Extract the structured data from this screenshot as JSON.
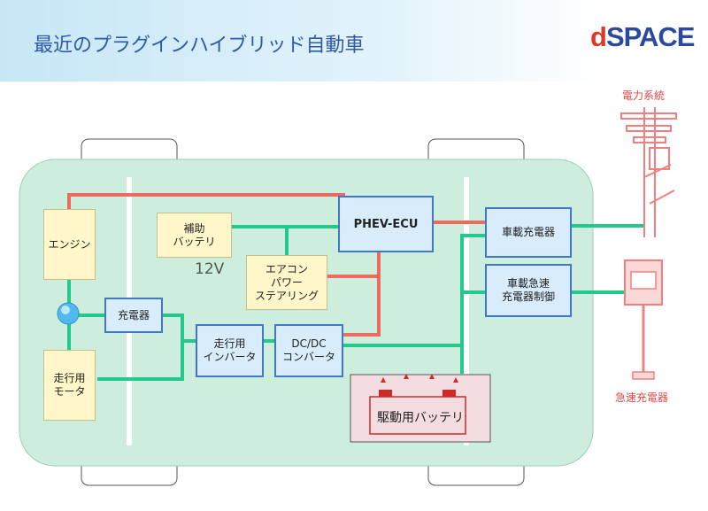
{
  "header": {
    "title": "最近のプラグインハイブリッド自動車",
    "logo_prefix": "d",
    "logo_rest": "SPACE"
  },
  "components": {
    "engine": "エンジン",
    "motor": "走行用\nモータ",
    "aux_battery": "補助\nバッテリ",
    "voltage": "12V",
    "aircon": "エアコン\nパワー\nステアリング",
    "phev_ecu": "PHEV-ECU",
    "charger": "充電器",
    "inverter": "走行用\nインバータ",
    "dcdc": "DC/DC\nコンバータ",
    "onboard_charger": "車載充電器",
    "fast_charger_control": "車載急速\n充電器制御",
    "drive_battery": "駆動用バッテリ"
  },
  "external": {
    "power_grid": "電力系統",
    "fast_charger": "急速充電器"
  },
  "colors": {
    "green": "#22c98a",
    "red": "#ef6a5e",
    "car_body": "#cdeedd",
    "blue_border": "#3f78c9"
  }
}
